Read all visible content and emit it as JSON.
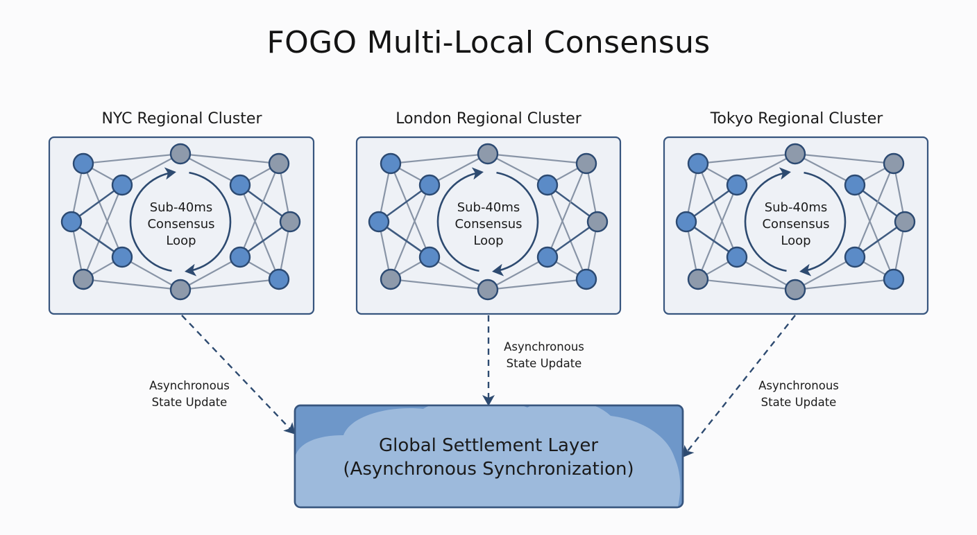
{
  "title": "FOGO Multi-Local Consensus",
  "colors": {
    "node_blue": "#5b8bc7",
    "node_gray": "#8e9aab",
    "node_stroke": "#2c4a72",
    "edge": "#8894a6",
    "edge_dark": "#3f5b80",
    "box_fill": "#eef1f6",
    "box_stroke": "#37557e",
    "arrow": "#2d4a70",
    "global_fill": "#6e97c9",
    "cloud_fill": "#9dbadc"
  },
  "clusters": [
    {
      "id": "nyc",
      "label": "NYC Regional Cluster",
      "loop_label": [
        "Sub-40ms",
        "Consensus",
        "Loop"
      ]
    },
    {
      "id": "london",
      "label": "London Regional Cluster",
      "loop_label": [
        "Sub-40ms",
        "Consensus",
        "Loop"
      ]
    },
    {
      "id": "tokyo",
      "label": "Tokyo Regional Cluster",
      "loop_label": [
        "Sub-40ms",
        "Consensus",
        "Loop"
      ]
    }
  ],
  "node_types": [
    "blue",
    "blue",
    "blue",
    "blue",
    "gray",
    "gray",
    "gray",
    "blue",
    "gray",
    "gray",
    "blue",
    "blue"
  ],
  "edges": [
    {
      "from": 0,
      "to": 5,
      "dark": false
    },
    {
      "from": 0,
      "to": 1,
      "dark": false
    },
    {
      "from": 0,
      "to": 2,
      "dark": false
    },
    {
      "from": 0,
      "to": 3,
      "dark": false
    },
    {
      "from": 1,
      "to": 5,
      "dark": false
    },
    {
      "from": 1,
      "to": 2,
      "dark": true
    },
    {
      "from": 1,
      "to": 4,
      "dark": false
    },
    {
      "from": 2,
      "to": 3,
      "dark": true
    },
    {
      "from": 2,
      "to": 4,
      "dark": false
    },
    {
      "from": 3,
      "to": 4,
      "dark": false
    },
    {
      "from": 3,
      "to": 6,
      "dark": false
    },
    {
      "from": 4,
      "to": 6,
      "dark": false
    },
    {
      "from": 5,
      "to": 7,
      "dark": false
    },
    {
      "from": 5,
      "to": 8,
      "dark": false
    },
    {
      "from": 7,
      "to": 8,
      "dark": false
    },
    {
      "from": 7,
      "to": 9,
      "dark": true
    },
    {
      "from": 7,
      "to": 11,
      "dark": false
    },
    {
      "from": 8,
      "to": 9,
      "dark": false
    },
    {
      "from": 8,
      "to": 10,
      "dark": false
    },
    {
      "from": 9,
      "to": 10,
      "dark": true
    },
    {
      "from": 9,
      "to": 11,
      "dark": false
    },
    {
      "from": 10,
      "to": 11,
      "dark": false
    },
    {
      "from": 10,
      "to": 6,
      "dark": false
    },
    {
      "from": 11,
      "to": 6,
      "dark": false
    }
  ],
  "connections": [
    {
      "from": "nyc",
      "label": [
        "Asynchronous",
        "State Update"
      ]
    },
    {
      "from": "london",
      "label": [
        "Asynchronous",
        "State Update"
      ]
    },
    {
      "from": "tokyo",
      "label": [
        "Asynchronous",
        "State Update"
      ]
    }
  ],
  "global_layer": {
    "line1": "Global Settlement Layer",
    "line2": "(Asynchronous Synchronization)"
  }
}
